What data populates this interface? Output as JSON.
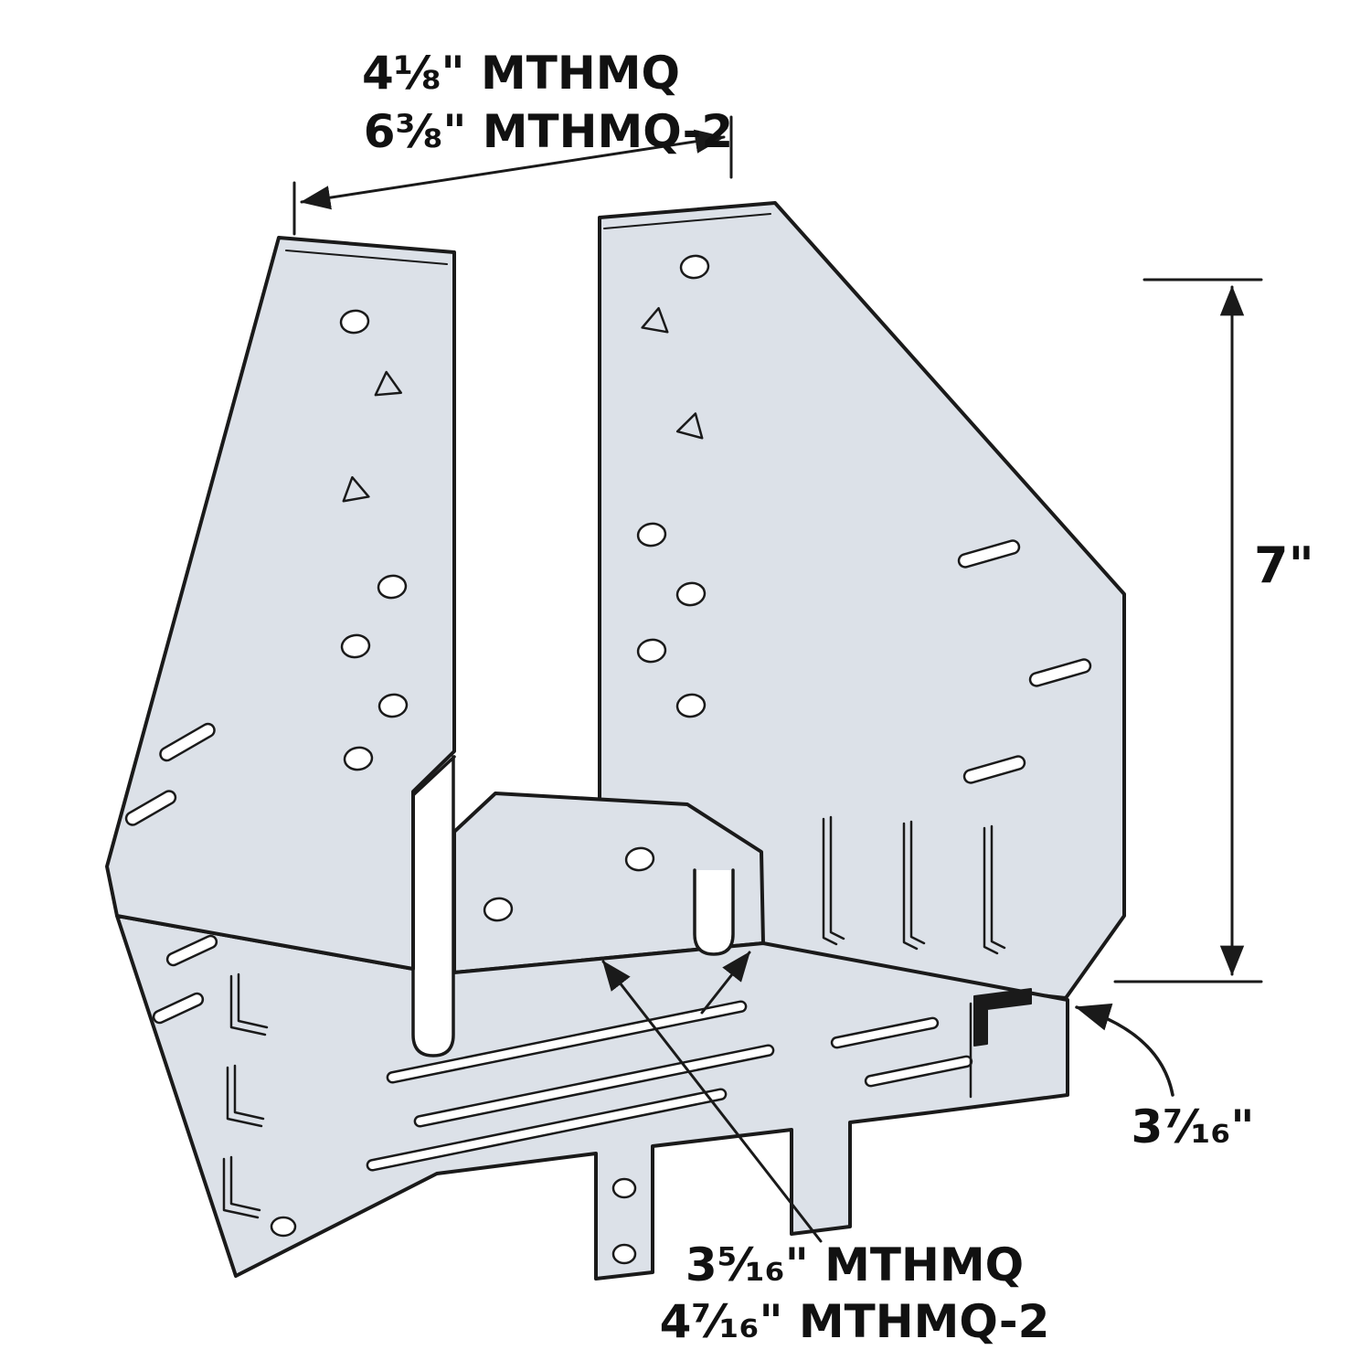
{
  "annotations": {
    "top_width": {
      "line1": "4⅛\" MTHMQ",
      "line2": "6⅜\" MTHMQ-2"
    },
    "height": "7\"",
    "flange_depth": "3⁷⁄₁₆\"",
    "seat_width": {
      "line1": "3⁵⁄₁₆\" MTHMQ",
      "line2": "4⁷⁄₁₆\" MTHMQ-2"
    }
  },
  "part_models": [
    "MTHMQ",
    "MTHMQ-2"
  ],
  "colors": {
    "steel": "#dce1e8",
    "outline": "#1a1a1a",
    "background": "#ffffff"
  }
}
